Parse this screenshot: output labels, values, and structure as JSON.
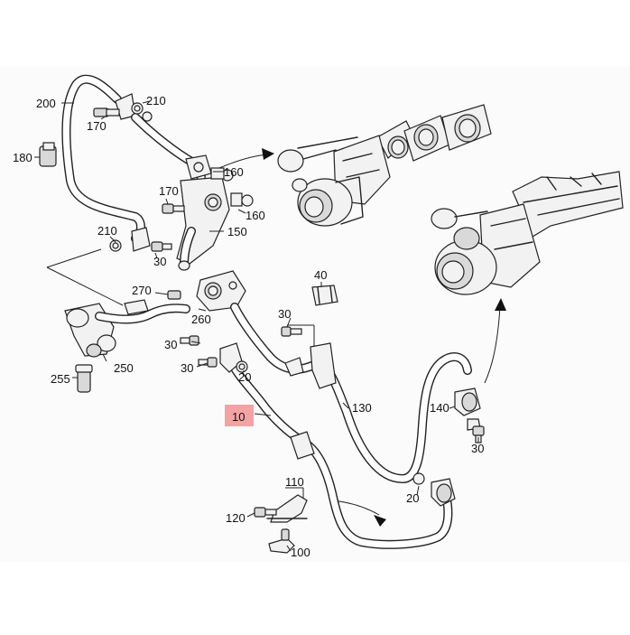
{
  "diagram": {
    "part_labels": {
      "p200": "200",
      "p210a": "210",
      "p170a": "170",
      "p180": "180",
      "p160a": "160",
      "p170b": "170",
      "p160b": "160",
      "p210b": "210",
      "p150": "150",
      "p30a": "30",
      "p270": "270",
      "p40": "40",
      "p260": "260",
      "p30b": "30",
      "p30c": "30",
      "p30d": "30",
      "p250": "250",
      "p20a": "20",
      "p255": "255",
      "p130": "130",
      "p140": "140",
      "p10": "10",
      "p30e": "30",
      "p110": "110",
      "p20b": "20",
      "p120": "120",
      "p100": "100"
    },
    "highlight_color": "#f3a3a3",
    "highlighted_part": "10"
  }
}
